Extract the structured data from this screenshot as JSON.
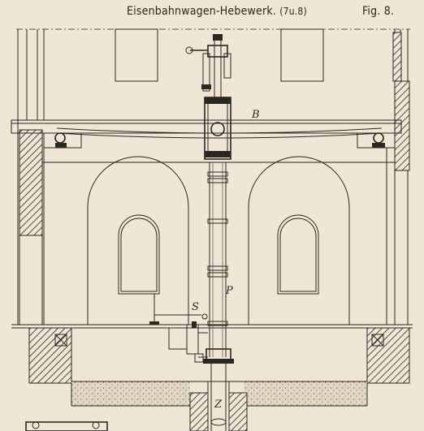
{
  "header": {
    "title": "Eisenbahnwagen-Hebewerk.",
    "title_ref": "(7u.8)",
    "figure": "Fig. 8."
  },
  "labels": {
    "beam": "B",
    "piston": "P",
    "valve": "S",
    "cylinder": "Z"
  },
  "colors": {
    "paper": "#efe6d6",
    "ink": "#2a2620"
  }
}
